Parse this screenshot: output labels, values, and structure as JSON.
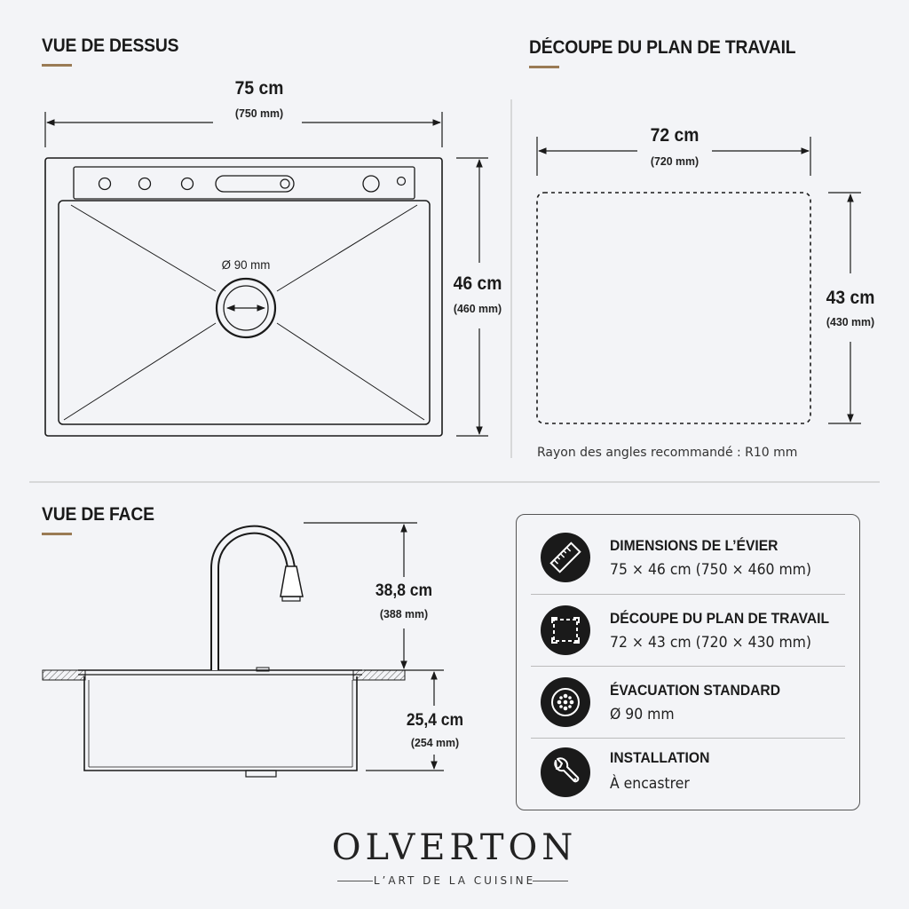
{
  "top_view": {
    "title": "VUE DE DESSUS",
    "width_label": "75 cm",
    "width_sub": "(750 mm)",
    "height_label": "46 cm",
    "height_sub": "(460 mm)",
    "drain_label": "Ø 90 mm"
  },
  "cutout": {
    "title": "DÉCOUPE DU PLAN DE TRAVAIL",
    "width_label": "72 cm",
    "width_sub": "(720 mm)",
    "height_label": "43 cm",
    "height_sub": "(430 mm)",
    "note": "Rayon des angles recommandé : R10 mm"
  },
  "front_view": {
    "title": "VUE DE FACE",
    "faucet_label": "38,8 cm",
    "faucet_sub": "(388 mm)",
    "depth_label": "25,4 cm",
    "depth_sub": "(254 mm)"
  },
  "specs": [
    {
      "icon": "ruler-icon",
      "title": "DIMENSIONS DE L’ÉVIER",
      "value": "75 × 46 cm (750 × 460 mm)"
    },
    {
      "icon": "cutout-icon",
      "title": "DÉCOUPE DU PLAN DE TRAVAIL",
      "value": "72 × 43 cm (720 × 430 mm)"
    },
    {
      "icon": "drain-icon",
      "title": "ÉVACUATION STANDARD",
      "value": "Ø 90 mm"
    },
    {
      "icon": "wrench-icon",
      "title": "INSTALLATION",
      "value": "À encastrer"
    }
  ],
  "brand": {
    "name": "OLVERTON",
    "tagline": "L’ART DE LA CUISINE"
  },
  "colors": {
    "background": "#f3f4f7",
    "accent": "#9a7b55",
    "line": "#1a1a1a"
  }
}
